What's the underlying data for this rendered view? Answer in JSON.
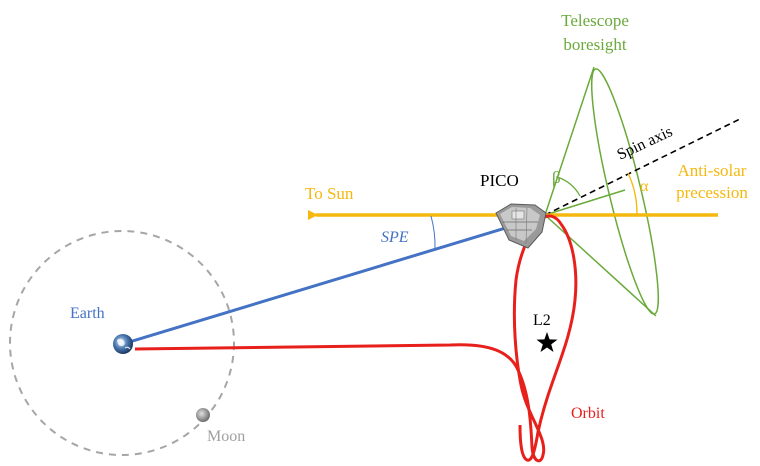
{
  "labels": {
    "telescope_line1": "Telescope",
    "telescope_line2": "boresight",
    "spin_axis": "Spin axis",
    "anti_solar_line1": "Anti-solar",
    "anti_solar_line2": "precession",
    "to_sun": "To Sun",
    "pico": "PICO",
    "beta": "β",
    "alpha": "α",
    "spe": "SPE",
    "earth": "Earth",
    "l2": "L2",
    "moon": "Moon",
    "orbit": "Orbit"
  },
  "colors": {
    "sun_arrow": "#f5b80e",
    "telescope": "#6aaa3a",
    "earth_line": "#4472c4",
    "orbit": "#e8201c",
    "moon_orbit": "#a6a6a6",
    "moon_label": "#a0a0a0",
    "spin_axis": "#000000"
  },
  "icons": {
    "l2_marker": "star-icon",
    "earth": "earth-icon",
    "moon": "moon-icon",
    "spacecraft": "spacecraft-icon"
  }
}
